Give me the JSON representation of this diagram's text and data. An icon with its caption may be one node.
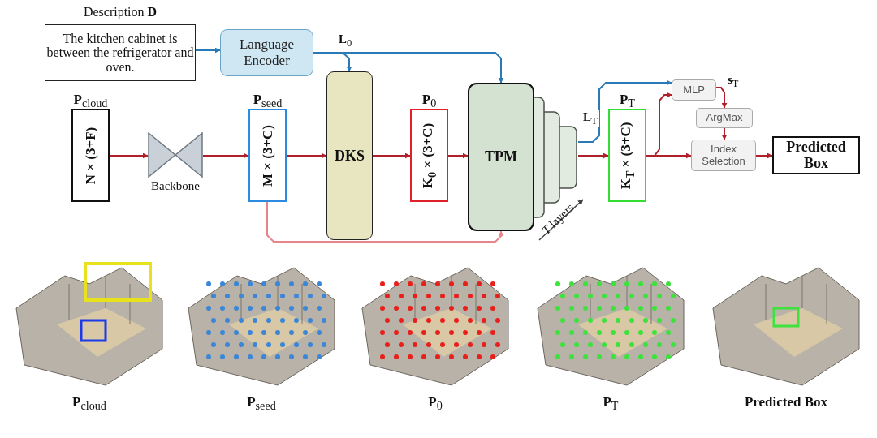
{
  "diagram": {
    "nodes": [
      {
        "text": [
          "Description **D**",
          "The kitchen cabinet is between the refrigerator and oven."
        ]
      },
      {
        "text": [
          "Language Encoder"
        ]
      },
      {
        "text": [
          "**P**$_{cloud}$",
          "N × (3+F)"
        ]
      },
      {
        "text": [
          "Backbone"
        ]
      },
      {
        "text": [
          "**P**$_{seed}$",
          "M × (3+C)"
        ]
      },
      {
        "text": [
          "DKS"
        ]
      },
      {
        "text": [
          "**P**$_{0}$",
          "K$_{0}$ × (3+C)"
        ]
      },
      {
        "text": [
          "TPM"
        ]
      },
      {
        "text": [
          "**P**$_{T}$",
          "K$_{T}$ × (3+C)"
        ]
      },
      {
        "text": [
          "MLP"
        ]
      },
      {
        "text": [
          "ArgMax"
        ]
      },
      {
        "text": [
          "Index Selection"
        ]
      },
      {
        "text": [
          "Predicted Box"
        ]
      },
      {
        "text": [
          "**P**$_{cloud}$"
        ]
      },
      {
        "text": [
          "**P**$_{seed}$"
        ]
      },
      {
        "text": [
          "**P**$_{0}$"
        ]
      },
      {
        "text": [
          "**P**$_{T}$"
        ]
      },
      {
        "text": [
          "Predicted Box"
        ]
      }
    ],
    "edges": [
      {
        "from": 0,
        "to": 1,
        "arrow": "to",
        "color": "#2a7ab8"
      },
      {
        "from": 1,
        "to": 5,
        "arrow": "to",
        "color": "#2a7ab8"
      },
      {
        "from": 1,
        "to": 7,
        "arrow": "to",
        "label": "**L**$_{0}$",
        "color": "#2a7ab8"
      },
      {
        "from": 2,
        "to": 3,
        "arrow": "to"
      },
      {
        "from": 3,
        "to": 4,
        "arrow": "to"
      },
      {
        "from": 4,
        "to": 5,
        "arrow": "to"
      },
      {
        "from": 5,
        "to": 6,
        "arrow": "to"
      },
      {
        "from": 6,
        "to": 7,
        "arrow": "to"
      },
      {
        "from": 7,
        "to": 8,
        "arrow": "to"
      },
      {
        "from": 7,
        "to": 9,
        "arrow": "to",
        "label": "**L**$_{T}$",
        "color": "#2a7ab8"
      },
      {
        "from": 8,
        "to": 9,
        "arrow": "to"
      },
      {
        "from": 9,
        "to": 10,
        "arrow": "to",
        "label": "**s**$_{T}$"
      },
      {
        "from": 10,
        "to": 11,
        "arrow": "to"
      },
      {
        "from": 8,
        "to": 11,
        "arrow": "to"
      },
      {
        "from": 11,
        "to": 12,
        "arrow": "to"
      },
      {
        "from": 4,
        "to": 7,
        "arrow": "to",
        "color": "#e8848a"
      }
    ],
    "labels": [
      "*T* layers"
    ]
  }
}
